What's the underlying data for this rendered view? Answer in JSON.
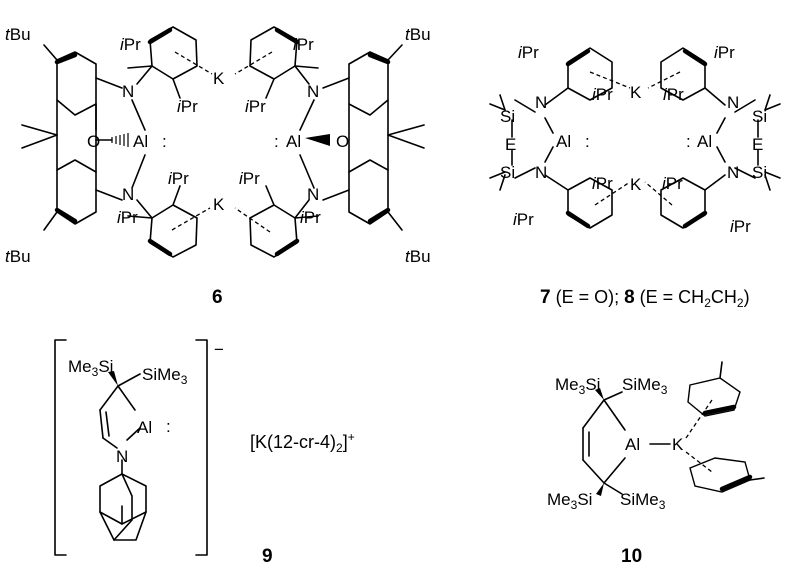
{
  "compounds": [
    {
      "number": "6",
      "labels": {
        "tbu": "tBu",
        "ipr": "iPr",
        "K": "K",
        "N": "N",
        "O": "O",
        "Al": "Al",
        "lone_pair": ":"
      }
    },
    {
      "number_a": "7",
      "caption_a": " (E = O); ",
      "number_b": "8",
      "caption_b": " (E = CH",
      "sub_2": "2",
      "caption_c": "CH",
      "caption_d": ")",
      "labels": {
        "Si": "Si",
        "E": "E",
        "N": "N",
        "Al": "Al",
        "K": "K",
        "ipr": "iPr"
      }
    },
    {
      "number": "9",
      "charge": "−",
      "counter_ion_a": "[K(12-cr-4)",
      "counter_ion_sub": "2",
      "counter_ion_b": "]",
      "counter_ion_sup": "+",
      "labels": {
        "me3si": "Me",
        "sub3": "3",
        "si": "Si",
        "simes": "SiMe",
        "Al": "Al",
        "N": "N"
      }
    },
    {
      "number": "10",
      "labels": {
        "me3si": "Me",
        "sub3": "3",
        "si": "Si",
        "simes": "SiMe",
        "Al": "Al",
        "K": "K"
      }
    }
  ]
}
